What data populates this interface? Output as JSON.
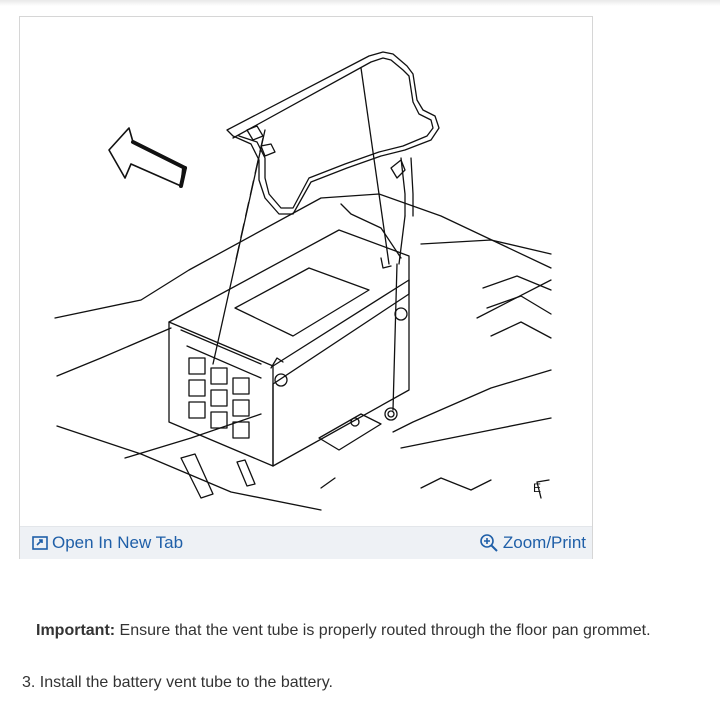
{
  "figure": {
    "open_tab_label": "Open In New Tab",
    "zoom_print_label": "Zoom/Print",
    "link_color": "#1f5fa8",
    "icons": [
      "open-new-tab-icon",
      "zoom-in-icon"
    ]
  },
  "note": {
    "label": "Important:",
    "text": " Ensure that the vent tube is properly routed through the floor pan grommet."
  },
  "step": {
    "number": "3.",
    "text": " Install the battery vent tube to the battery."
  }
}
